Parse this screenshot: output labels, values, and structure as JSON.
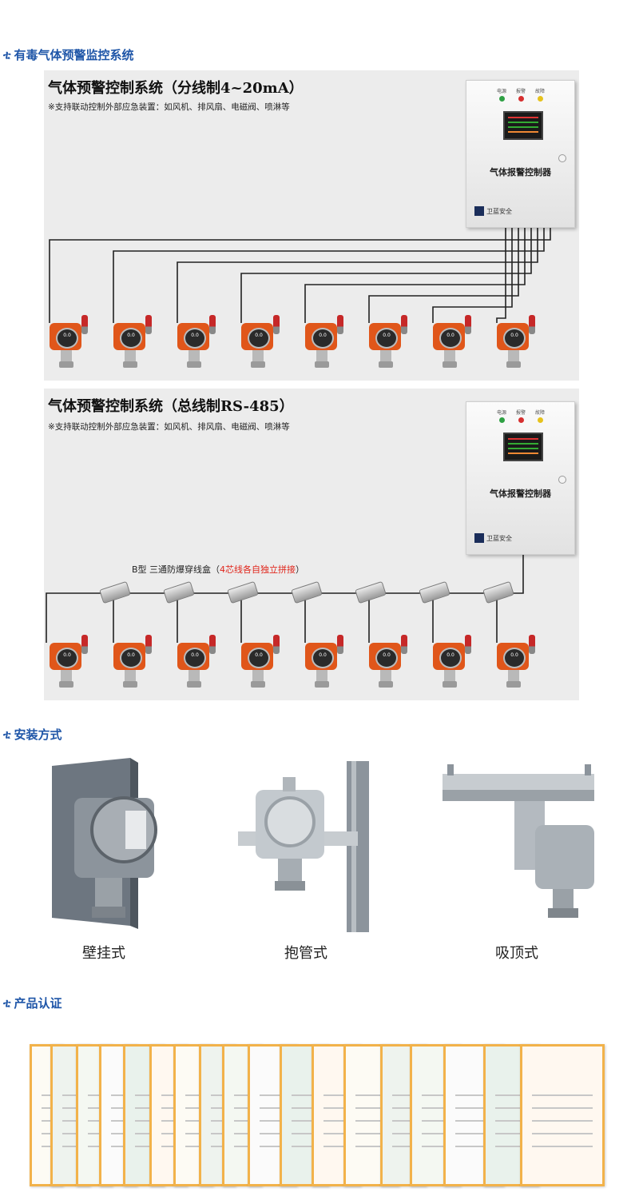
{
  "sections": {
    "warning_system": "有毒气体预警监控系统",
    "installation": "安装方式",
    "certification": "产品认证"
  },
  "panel1": {
    "title": "气体预警控制系统（分线制4~20mA）",
    "note": "※支持联动控制外部应急装置：如风机、排风扇、电磁阀、喷淋等"
  },
  "panel2": {
    "title": "气体预警控制系统（总线制RS-485）",
    "note": "※支持联动控制外部应急装置：如风机、排风扇、电磁阀、喷淋等",
    "junction_label": "B型 三通防爆穿线盒（",
    "junction_label_red": "4芯线各自独立拼接",
    "junction_label_end": "）"
  },
  "controller": {
    "label": "气体报警控制器",
    "brand": "卫蓝安全",
    "lights": [
      "电源",
      "报警",
      "故障"
    ]
  },
  "detector_reading": "0.0",
  "colors": {
    "section_title": "#1f56a8",
    "detector": "#e0561a",
    "cert_border": "#f2b24a",
    "highlight_red": "#e0251b"
  },
  "mounting": {
    "wall": "壁挂式",
    "pipe": "抱管式",
    "ceiling": "吸顶式"
  },
  "certificates_count": 18
}
